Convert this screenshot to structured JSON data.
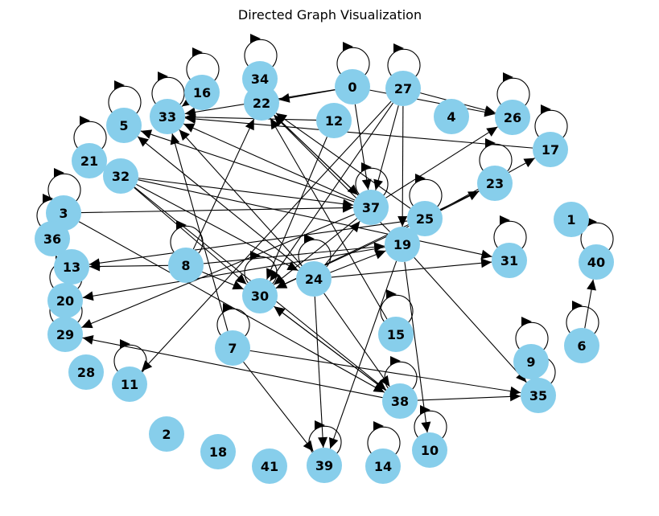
{
  "title": "Directed Graph Visualization",
  "node_color": "#87ceeb",
  "edge_color": "#000000",
  "nodes": [
    "0",
    "1",
    "2",
    "3",
    "4",
    "5",
    "6",
    "7",
    "8",
    "9",
    "10",
    "11",
    "12",
    "13",
    "14",
    "15",
    "16",
    "17",
    "18",
    "19",
    "20",
    "21",
    "22",
    "23",
    "24",
    "25",
    "26",
    "27",
    "28",
    "29",
    "30",
    "31",
    "32",
    "33",
    "34",
    "35",
    "36",
    "37",
    "38",
    "39",
    "40",
    "41"
  ],
  "self_loops": [
    "0",
    "27",
    "34",
    "16",
    "33",
    "5",
    "21",
    "3",
    "36",
    "20",
    "29",
    "8",
    "7",
    "30",
    "24",
    "37",
    "25",
    "26",
    "17",
    "23",
    "31",
    "40",
    "6",
    "9",
    "35",
    "15",
    "38",
    "10",
    "14",
    "39",
    "11"
  ],
  "edges": [
    [
      "0",
      "22"
    ],
    [
      "0",
      "33"
    ],
    [
      "0",
      "37"
    ],
    [
      "0",
      "26"
    ],
    [
      "27",
      "26"
    ],
    [
      "27",
      "37"
    ],
    [
      "27",
      "30"
    ],
    [
      "27",
      "11"
    ],
    [
      "27",
      "19"
    ],
    [
      "12",
      "33"
    ],
    [
      "12",
      "30"
    ],
    [
      "34",
      "22"
    ],
    [
      "16",
      "33"
    ],
    [
      "17",
      "33"
    ],
    [
      "32",
      "37"
    ],
    [
      "32",
      "31"
    ],
    [
      "32",
      "30"
    ],
    [
      "32",
      "38"
    ],
    [
      "32",
      "24"
    ],
    [
      "3",
      "37"
    ],
    [
      "3",
      "38"
    ],
    [
      "37",
      "5"
    ],
    [
      "37",
      "33"
    ],
    [
      "37",
      "22"
    ],
    [
      "37",
      "26"
    ],
    [
      "37",
      "30"
    ],
    [
      "37",
      "29"
    ],
    [
      "25",
      "22"
    ],
    [
      "25",
      "23"
    ],
    [
      "25",
      "17"
    ],
    [
      "25",
      "13"
    ],
    [
      "25",
      "30"
    ],
    [
      "19",
      "22"
    ],
    [
      "19",
      "35"
    ],
    [
      "19",
      "10"
    ],
    [
      "19",
      "39"
    ],
    [
      "19",
      "20"
    ],
    [
      "24",
      "5"
    ],
    [
      "24",
      "33"
    ],
    [
      "24",
      "31"
    ],
    [
      "24",
      "37"
    ],
    [
      "24",
      "19"
    ],
    [
      "24",
      "38"
    ],
    [
      "24",
      "39"
    ],
    [
      "8",
      "22"
    ],
    [
      "8",
      "13"
    ],
    [
      "8",
      "19"
    ],
    [
      "8",
      "30"
    ],
    [
      "23",
      "30"
    ],
    [
      "7",
      "33"
    ],
    [
      "7",
      "35"
    ],
    [
      "7",
      "39"
    ],
    [
      "15",
      "22"
    ],
    [
      "38",
      "30"
    ],
    [
      "38",
      "35"
    ],
    [
      "38",
      "29"
    ],
    [
      "38",
      "30"
    ],
    [
      "6",
      "40"
    ],
    [
      "22",
      "37"
    ],
    [
      "30",
      "30"
    ]
  ]
}
